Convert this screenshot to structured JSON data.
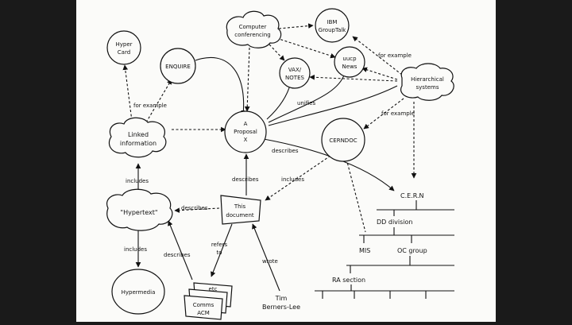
{
  "diagram": {
    "nodes": {
      "hypercard": [
        "Hyper",
        "Card"
      ],
      "enquire": "ENQUIRE",
      "computer_conferencing": [
        "Computer",
        "conferencing"
      ],
      "ibm_grouptalk": [
        "IBM",
        "GroupTalk"
      ],
      "uucp_news": [
        "uucp",
        "News"
      ],
      "vax_notes": [
        "VAX/",
        "NOTES"
      ],
      "hierarchical_systems": [
        "Hierarchical",
        "systems"
      ],
      "linked_information": [
        "Linked",
        "information"
      ],
      "proposal": [
        "A",
        "Proposal",
        "X"
      ],
      "cerndoc": "CERNDOC",
      "hypertext": "\"Hypertext\"",
      "this_document": [
        "This",
        "document"
      ],
      "hypermedia": "Hypermedia",
      "cern": "C.E.R.N",
      "dd_division": "DD division",
      "mis": "MIS",
      "oc_group": "OC group",
      "ra_section": "RA section",
      "tim": [
        "Tim",
        "Berners-Lee"
      ],
      "docs": [
        "etc",
        "Comms",
        "ACM"
      ]
    },
    "edge_labels": {
      "for_example_left": "for example",
      "for_example_top": "for example",
      "for_example_right": "for example",
      "unifies": "unifies",
      "describes_proposal_cern": "describes",
      "describes_doc_proposal": "describes",
      "includes_cerndoc": "includes",
      "includes_up": "includes",
      "describes_hypertext": "describes",
      "includes_down": "includes",
      "describes_docs": "describes",
      "refers_to": [
        "refers",
        "to"
      ],
      "wrote": "wrote"
    }
  }
}
